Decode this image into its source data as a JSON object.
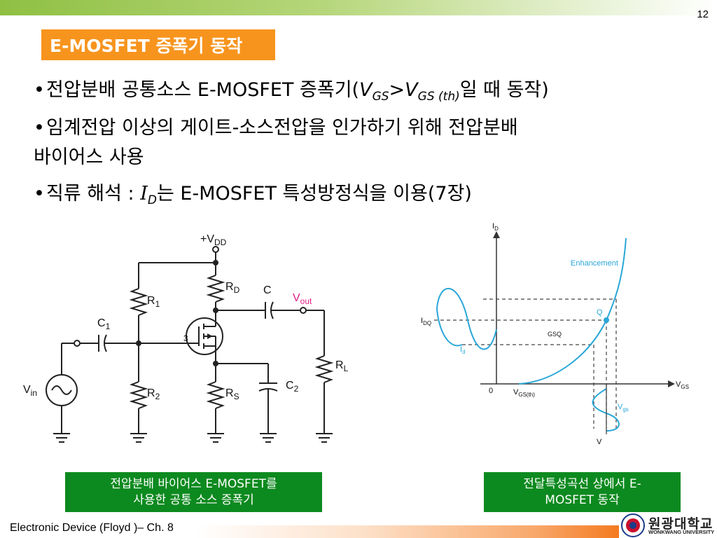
{
  "page_number": "12",
  "title": "E-MOSFET 증폭기 동작",
  "bullets": {
    "b1": {
      "pre": "전압분배 공통소스 E-MOSFET 증폭기(",
      "v1": "V",
      "s1": "GS",
      "gt": ">",
      "v2": "V",
      "s2": "GS (th)",
      "post": "일 때 동작)"
    },
    "b2_line1": "임계전압 이상의 게이트-소스전압을 인가하기 위해 전압분배",
    "b2_line2": "바이어스 사용",
    "b3": {
      "pre": "직류 해석 : ",
      "v": "I",
      "s": "D",
      "post": "는 E-MOSFET 특성방정식을 이용(7장)"
    }
  },
  "circuit": {
    "vdd": "+V",
    "vdd_sub": "DD",
    "rd": "R",
    "rd_sub": "D",
    "r1": "R",
    "r1_sub": "1",
    "r2": "R",
    "r2_sub": "2",
    "rs": "R",
    "rs_sub": "S",
    "rl": "R",
    "rl_sub": "L",
    "c": "C",
    "c1": "C",
    "c1_sub": "1",
    "c2": "C",
    "c2_sub": "2",
    "vout": "V",
    "vout_sub": "out",
    "vin": "V",
    "vin_sub": "in",
    "pin": "3"
  },
  "transfer": {
    "id_axis": "I",
    "id_sub": "D",
    "vgs_axis": "V",
    "vgs_sub": "GS",
    "enhancement": "Enhancement",
    "q": "Q",
    "idq": "I",
    "idq_sub": "DQ",
    "id_small": "I",
    "id_small_sub": "d",
    "gsq": "GSQ",
    "origin": "0",
    "vgsth": "V",
    "vgsth_sub": "GS(th)",
    "vgs_small": "V",
    "vgs_small_sub": "gs",
    "v": "V"
  },
  "captions": {
    "left_line1": "전압분배 바이어스 E-MOSFET를",
    "left_line2": "사용한 공통 소스 증폭기",
    "right_line1": "전달특성곡선 상에서 E-",
    "right_line2": "MOSFET 동작"
  },
  "footer": "Electronic Device (Floyd )– Ch. 8",
  "logo": {
    "name": "원광대학교",
    "sub": "WONKWANG UNIVERSITY"
  },
  "colors": {
    "title_bg": "#f7941d",
    "caption_bg": "#0d8a1f",
    "curve": "#2aa7d8",
    "vout": "#e0208a"
  }
}
